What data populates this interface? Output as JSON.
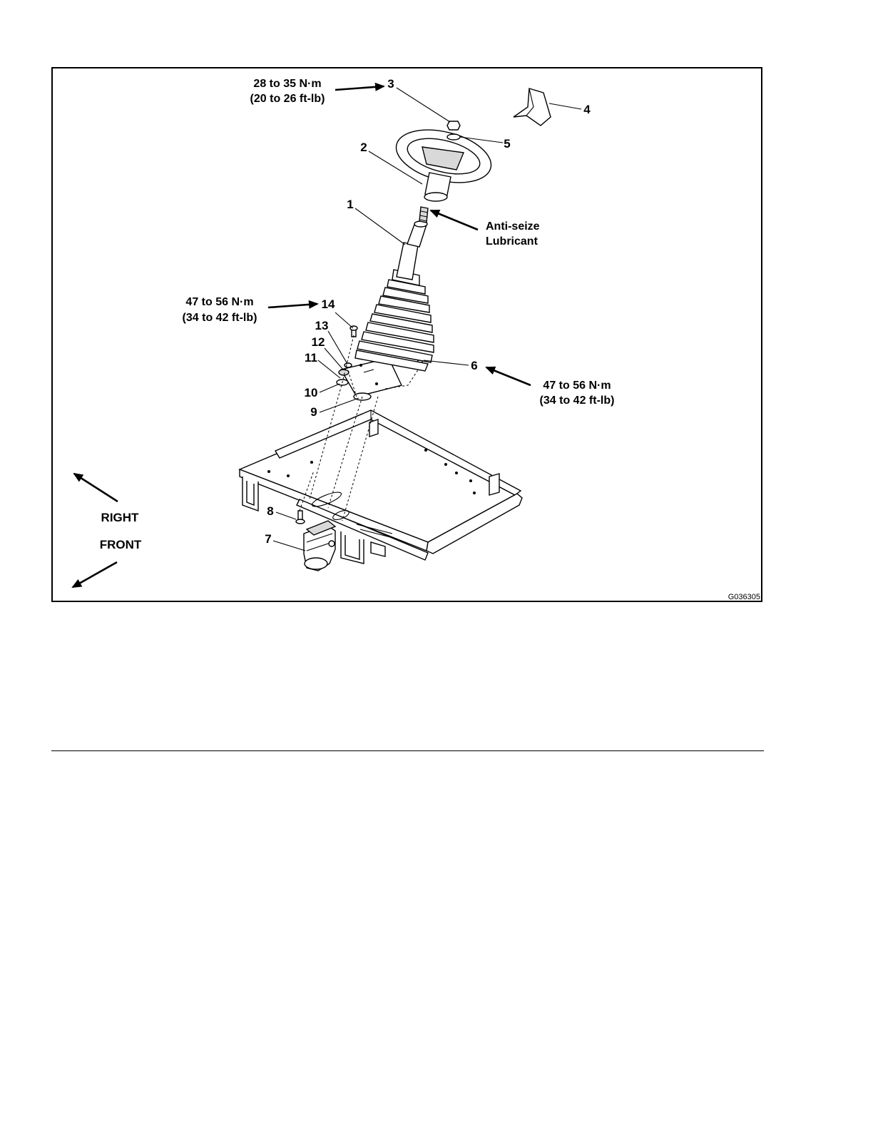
{
  "figure": {
    "figure_id": "G036305",
    "torque_top": {
      "line1": "28 to 35 N·m",
      "line2": "(20 to 26 ft-lb)"
    },
    "torque_left": {
      "line1": "47 to 56 N·m",
      "line2": "(34 to 42 ft-lb)"
    },
    "torque_right": {
      "line1": "47 to 56 N·m",
      "line2": "(34 to 42 ft-lb)"
    },
    "lubricant_note": {
      "line1": "Anti-seize",
      "line2": "Lubricant"
    },
    "orientation": {
      "right_label": "RIGHT",
      "front_label": "FRONT"
    },
    "callouts": [
      "1",
      "2",
      "3",
      "4",
      "5",
      "6",
      "7",
      "8",
      "9",
      "10",
      "11",
      "12",
      "13",
      "14"
    ]
  }
}
